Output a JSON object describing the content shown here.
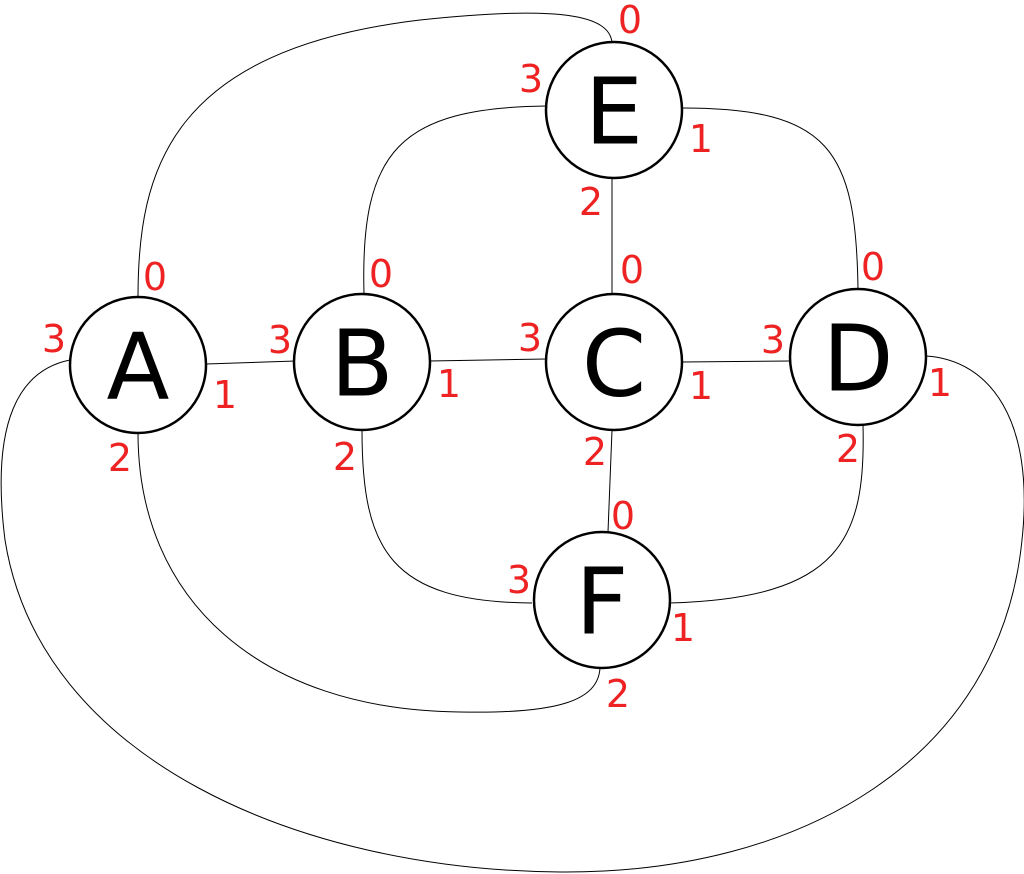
{
  "colors": {
    "port_label": "#ee2222",
    "edge": "#000000",
    "node_fill": "#ffffff",
    "node_stroke": "#000000"
  },
  "nodes": [
    {
      "id": "A",
      "label": "A",
      "ports": [
        "0",
        "1",
        "2",
        "3"
      ]
    },
    {
      "id": "B",
      "label": "B",
      "ports": [
        "0",
        "1",
        "2",
        "3"
      ]
    },
    {
      "id": "C",
      "label": "C",
      "ports": [
        "0",
        "1",
        "2",
        "3"
      ]
    },
    {
      "id": "D",
      "label": "D",
      "ports": [
        "0",
        "1",
        "2",
        "3"
      ]
    },
    {
      "id": "E",
      "label": "E",
      "ports": [
        "0",
        "1",
        "2",
        "3"
      ]
    },
    {
      "id": "F",
      "label": "F",
      "ports": [
        "0",
        "1",
        "2",
        "3"
      ]
    }
  ],
  "edges": [
    {
      "from": "A",
      "from_port": "0",
      "to": "E",
      "to_port": "0"
    },
    {
      "from": "A",
      "from_port": "1",
      "to": "B",
      "to_port": "3"
    },
    {
      "from": "A",
      "from_port": "2",
      "to": "F",
      "to_port": "2"
    },
    {
      "from": "A",
      "from_port": "3",
      "to": "D",
      "to_port": "1"
    },
    {
      "from": "B",
      "from_port": "0",
      "to": "E",
      "to_port": "3"
    },
    {
      "from": "B",
      "from_port": "1",
      "to": "C",
      "to_port": "3"
    },
    {
      "from": "B",
      "from_port": "2",
      "to": "F",
      "to_port": "3"
    },
    {
      "from": "C",
      "from_port": "0",
      "to": "E",
      "to_port": "2"
    },
    {
      "from": "C",
      "from_port": "1",
      "to": "D",
      "to_port": "3"
    },
    {
      "from": "C",
      "from_port": "2",
      "to": "F",
      "to_port": "0"
    },
    {
      "from": "D",
      "from_port": "0",
      "to": "E",
      "to_port": "1"
    },
    {
      "from": "D",
      "from_port": "2",
      "to": "F",
      "to_port": "1"
    }
  ]
}
